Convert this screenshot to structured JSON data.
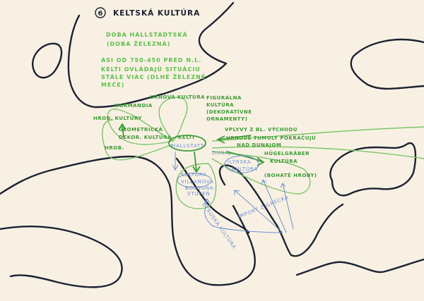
{
  "title": {
    "number": "6",
    "text": "KELTSKÁ KULTÚRA"
  },
  "intro": {
    "line1": "DOBA HALLSTADTSKÁ",
    "line2": "(DOBA ŽELEZNÁ)",
    "line3": "ASI OD 750-450 PRED N.L.",
    "line4": "KELTI OVLÁDAJÚ SITUÁCIU",
    "line5": "STÁLE VIAC (DLHÉ ŽELEZNÉ",
    "line6": "MEČE)"
  },
  "labels": {
    "normandia": "NORMANDIA",
    "urnova": "URNOVÁ KULTÚRA",
    "hrob": "HROB. KULTÚRY",
    "hrob2": "HROB.",
    "geometricka1": "GEOMETRICKÁ",
    "geometricka2": "DEKOR. KULTÚRA",
    "kelti": "KELTI",
    "hallstatt": "HALLSTATT",
    "figuralna1": "FIGURÁLNA",
    "figuralna2": "KULTÚRA",
    "figuralna3": "(DEKORATÍVNE",
    "figuralna4": "ORNAMENTY)",
    "vpyvy": "VPLYVY Z BL. VÝCHODU",
    "urnove1": "URNOVÉ TUMULY POKRAČUJÚ",
    "urnove2": "NAD DUNAJOM",
    "hugel1": "HÜGELGRÄBER",
    "hugel2": "KULTÚRA",
    "hugel3": "(BOHATÉ HROBY)",
    "dunaj": "DUNAJ",
    "ilyrska1": "ILÝRSKA",
    "ilyrska2": "KULTÚRA",
    "villanova1": "KULTÚRA",
    "villanova2": "VILLANOVA",
    "villanova3": "BOLOGNA-",
    "villanova4": "STUPEŇ",
    "etruska": "ETRUSKÁ KULTÚRA",
    "import": "IMPORT Z GRÉCKA"
  },
  "colors": {
    "ink": "#1c2233",
    "green": "#5cbf4a",
    "dark_green": "#3c9a35",
    "blue": "#6d8fd0",
    "paper": "#f8f1e3"
  }
}
